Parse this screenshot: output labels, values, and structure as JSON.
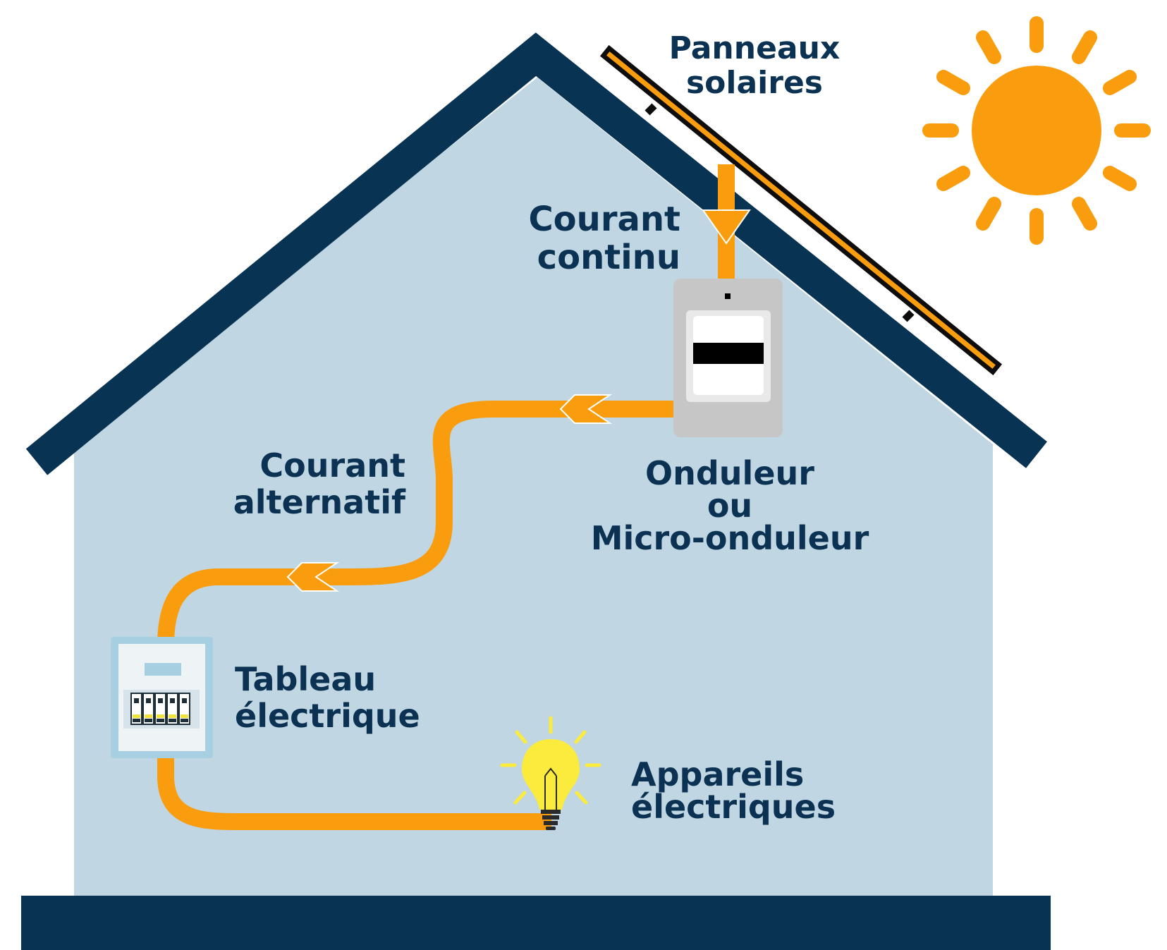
{
  "colors": {
    "house_wall": "#c0d6e2",
    "roof_and_ground": "#083352",
    "flow": "#f99c0e",
    "sun": "#f99c0e",
    "text": "#0b3252",
    "inverter_body": "#c6c6c6",
    "bulb": "#fbeb3c"
  },
  "labels": {
    "panels": "Panneaux\nsolaires",
    "dc_current": "Courant\ncontinu",
    "inverter": "Onduleur\nou\nMicro-onduleur",
    "ac_current": "Courant\nalternatif",
    "panel_board": "Tableau\nélectrique",
    "appliances": "Appareils\nélectriques"
  },
  "icons": {
    "sun": "sun-icon",
    "solar_panel": "solar-panel-icon",
    "inverter": "inverter-icon",
    "electrical_panel": "electrical-panel-icon",
    "light_bulb": "light-bulb-icon"
  }
}
